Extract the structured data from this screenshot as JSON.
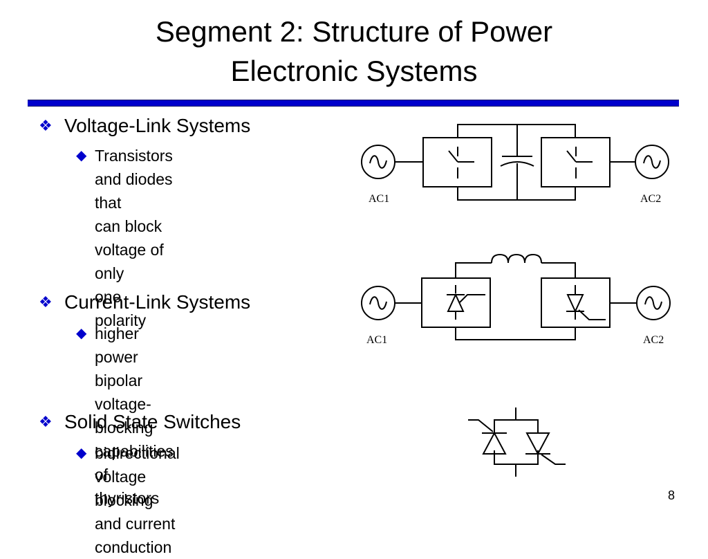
{
  "title": {
    "line1": "Segment 2: Structure of Power",
    "line2": "Electronic Systems"
  },
  "sections": [
    {
      "heading": "Voltage-Link Systems",
      "detail": "Transistors and diodes that\ncan block voltage of only\none polarity"
    },
    {
      "heading": "Current-Link Systems",
      "detail": "higher power bipolar voltage-\nblocking capabilities of thyristors"
    },
    {
      "heading": "Solid State Switches",
      "detail": "bidirectional voltage blocking\nand current conduction"
    }
  ],
  "diagrams": {
    "voltage_link": {
      "left_label": "AC1",
      "right_label": "AC2"
    },
    "current_link": {
      "left_label": "AC1",
      "right_label": "AC2"
    }
  },
  "page_number": "8",
  "colors": {
    "accent": "#0000cc",
    "text": "#000000"
  },
  "icons": {
    "level1_bullet": "diamond-four-petal-icon",
    "level2_bullet": "diamond-icon"
  }
}
